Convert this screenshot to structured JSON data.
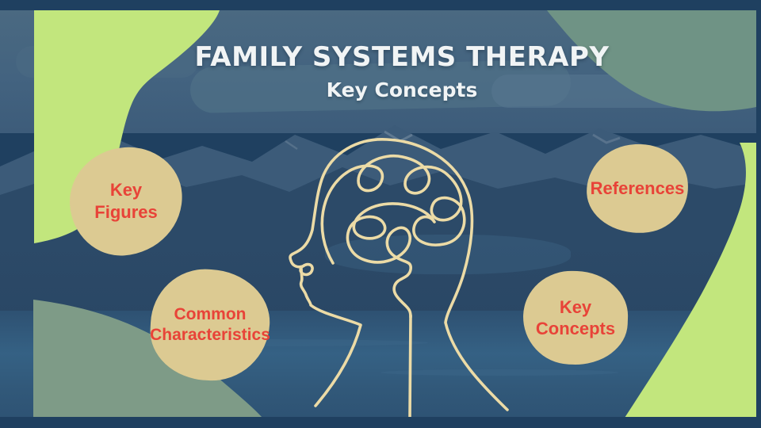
{
  "slide": {
    "title": "FAMILY SYSTEMS THERAPY",
    "subtitle": "Key Concepts"
  },
  "topics": [
    {
      "id": "key-figures",
      "label": "Key\nFigures"
    },
    {
      "id": "common-characteristics",
      "label": "Common\nCharacteristics"
    },
    {
      "id": "references",
      "label": "References"
    },
    {
      "id": "key-concepts",
      "label": "Key\nConcepts"
    }
  ],
  "illustration": {
    "name": "head-profile-with-tangled-brain-line"
  },
  "colors": {
    "frame_navy": "#1f4060",
    "background_blue": "#2c4a68",
    "sky_blue": "#436380",
    "water_blue": "#356184",
    "accent_green": "#c2e67d",
    "sage_green": "#6f9385",
    "blob_tan": "#dcca92",
    "topic_red": "#e84338",
    "line_cream": "#ecdba6",
    "title_white": "#f1f4f5"
  }
}
